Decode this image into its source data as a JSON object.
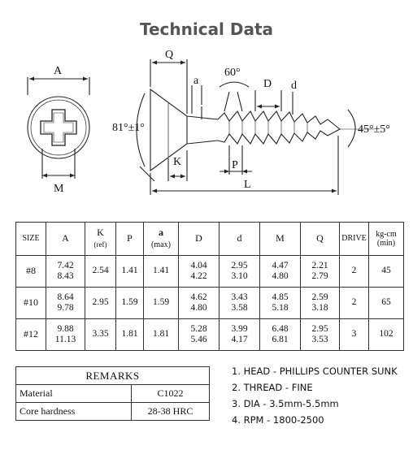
{
  "page": {
    "title": "Technical Data"
  },
  "drawing": {
    "labels": {
      "A": "A",
      "M": "M",
      "Q": "Q",
      "a": "a",
      "angle60": "60°",
      "D": "D",
      "d": "d",
      "angle81": "81°±1°",
      "K": "K",
      "P": "P",
      "L": "L",
      "angle45": "45°±5°"
    }
  },
  "spec_table": {
    "headers": [
      {
        "main": "SIZE"
      },
      {
        "main": "A"
      },
      {
        "main": "K",
        "sub": "(ref)"
      },
      {
        "main": "P"
      },
      {
        "main": "a",
        "sub": "(max)"
      },
      {
        "main": "D"
      },
      {
        "main": "d"
      },
      {
        "main": "M"
      },
      {
        "main": "Q"
      },
      {
        "main": "DRIVE"
      },
      {
        "main": "kg-cm",
        "sub": "(min)"
      }
    ],
    "rows": [
      {
        "size": "#8",
        "A": [
          "7.42",
          "8.43"
        ],
        "K": "2.54",
        "P": "1.41",
        "a": "1.41",
        "D": [
          "4.04",
          "4.22"
        ],
        "d": [
          "2.95",
          "3.10"
        ],
        "M": [
          "4.47",
          "4.80"
        ],
        "Q": [
          "2.21",
          "2.79"
        ],
        "drive": "2",
        "kgcm": "45"
      },
      {
        "size": "#10",
        "A": [
          "8.64",
          "9.78"
        ],
        "K": "2.95",
        "P": "1.59",
        "a": "1.59",
        "D": [
          "4.62",
          "4.80"
        ],
        "d": [
          "3.43",
          "3.58"
        ],
        "M": [
          "4.85",
          "5.18"
        ],
        "Q": [
          "2.59",
          "3.18"
        ],
        "drive": "2",
        "kgcm": "65"
      },
      {
        "size": "#12",
        "A": [
          "9.88",
          "11.13"
        ],
        "K": "3.35",
        "P": "1.81",
        "a": "1.81",
        "D": [
          "5.28",
          "5.46"
        ],
        "d": [
          "3.99",
          "4.17"
        ],
        "M": [
          "6.48",
          "6.81"
        ],
        "Q": [
          "2.95",
          "3.53"
        ],
        "drive": "3",
        "kgcm": "102"
      }
    ]
  },
  "remarks": {
    "title": "REMARKS",
    "rows": [
      {
        "label": "Material",
        "value": "C1022"
      },
      {
        "label": "Core hardness",
        "value": "28-38  HRC"
      }
    ]
  },
  "notes": [
    "1. HEAD - PHILLIPS COUNTER SUNK",
    "2. THREAD - FINE",
    "3. DIA - 3.5mm-5.5mm",
    "4. RPM - 1800-2500"
  ]
}
